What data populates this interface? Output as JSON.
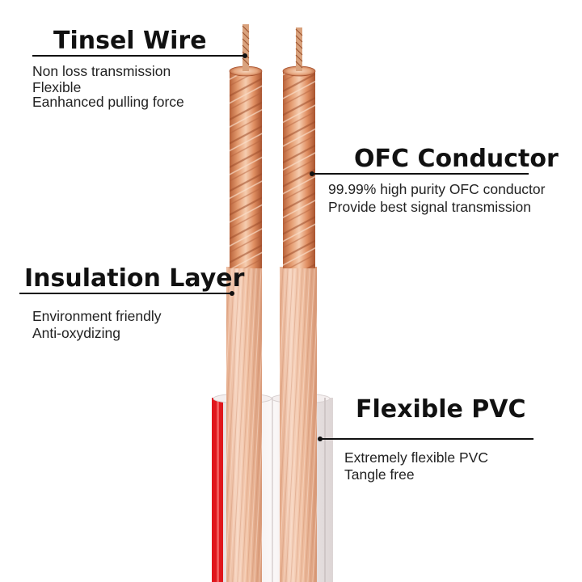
{
  "labels": {
    "tinsel": {
      "title": "Tinsel Wire",
      "lines": [
        "Non loss transmission",
        "Flexible",
        "Eanhanced pulling force"
      ]
    },
    "ofc": {
      "title": "OFC Conductor",
      "lines": [
        "99.99% high purity OFC conductor",
        "Provide best signal transmission"
      ]
    },
    "insulation": {
      "title": "Insulation Layer",
      "lines": [
        "Environment friendly",
        "Anti-oxydizing"
      ]
    },
    "pvc": {
      "title": "Flexible PVC",
      "lines": [
        "Extremely flexible PVC",
        "Tangle free"
      ]
    }
  },
  "colors": {
    "copper_light": "#f4c6a4",
    "copper_mid": "#e39a6e",
    "copper_dark": "#b8623a",
    "insulation": "#f2c2a6",
    "pvc_clear": "#f1ecec",
    "pvc_red_stripe": "#e0161c",
    "text": "#111111"
  }
}
